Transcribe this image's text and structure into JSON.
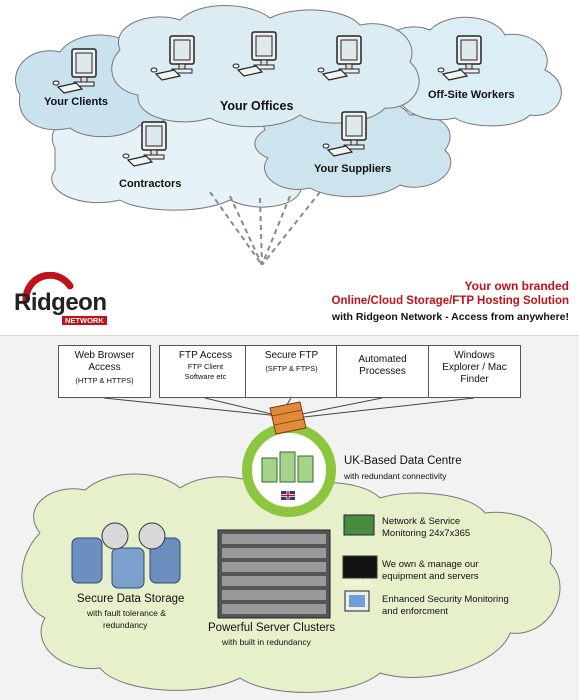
{
  "clouds": {
    "your_clients": "Your Clients",
    "your_offices": "Your Offices",
    "off_site_workers": "Off-Site Workers",
    "contractors": "Contractors",
    "your_suppliers": "Your Suppliers"
  },
  "brand": {
    "logo_name": "Ridgeon",
    "logo_sub": "NETWORK",
    "tagline_line1": "Your own branded",
    "tagline_line2": "Online/Cloud Storage/FTP Hosting Solution",
    "tagline_line3": "with Ridgeon Network - Access from anywhere!"
  },
  "services": [
    {
      "main": "Web Browser Access",
      "sub": "(HTTP & HTTPS)"
    },
    {
      "main": "FTP Access",
      "sub": "FTP Client Software etc"
    },
    {
      "main": "Secure FTP",
      "sub": "(SFTP & FTPS)"
    },
    {
      "main": "Automated Processes",
      "sub": ""
    },
    {
      "main": "Windows Explorer / Mac Finder",
      "sub": ""
    }
  ],
  "datacentre": {
    "title": "UK-Based Data Centre",
    "subtitle": "with redundant connectivity"
  },
  "storage": {
    "title": "Secure Data Storage",
    "sub1": "with fault tolerance &",
    "sub2": "redundancy"
  },
  "servers": {
    "title": "Powerful Server Clusters",
    "sub": "with built in redundancy"
  },
  "features": {
    "f1_l1": "Network & Service",
    "f1_l2": "Monitoring 24x7x365",
    "f2_l1": "We own & manage our",
    "f2_l2": "equipment and servers",
    "f2_terminal": "[ root ]#_",
    "f3_l1": "Enhanced Security Monitoring",
    "f3_l2": "and enforcment"
  },
  "colors": {
    "cloud_light": "#e8f4f8",
    "cloud_blue": "#cbe4ee",
    "cloud_bottom": "#e3f0c7",
    "accent_red": "#c0121a",
    "ring_green": "#8cc63f"
  }
}
